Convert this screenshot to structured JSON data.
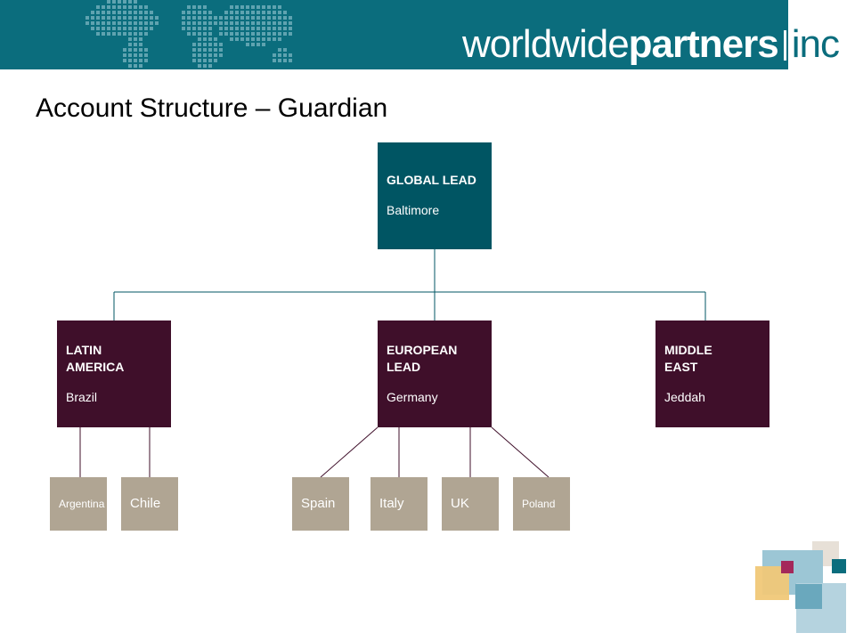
{
  "header": {
    "logo": {
      "part1": "worldwide",
      "part2": "partners",
      "part3": "inc"
    }
  },
  "title": "Account Structure – Guardian",
  "org_chart": {
    "global": {
      "name": "GLOBAL LEAD",
      "location": "Baltimore"
    },
    "regions": [
      {
        "name": "LATIN\nAMERICA",
        "location": "Brazil"
      },
      {
        "name": "EUROPEAN\n LEAD",
        "location": "Germany"
      },
      {
        "name": "MIDDLE\nEAST",
        "location": "Jeddah"
      }
    ],
    "countries": [
      {
        "label": "Argentina"
      },
      {
        "label": "Chile"
      },
      {
        "label": "Spain"
      },
      {
        "label": "Italy"
      },
      {
        "label": "UK"
      },
      {
        "label": "Poland"
      }
    ]
  },
  "colors": {
    "banner": "#0b6d7d",
    "global_box": "#005563",
    "region_box": "#3f0f2a",
    "country_box": "#b0a593"
  }
}
